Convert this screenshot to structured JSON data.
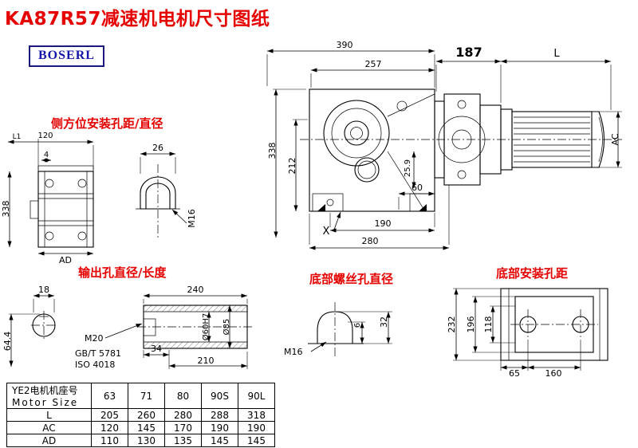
{
  "title": "KA87R57减速机电机尺寸图纸",
  "logo_text": "BOSERL",
  "labels": {
    "side_mount": "侧方位安装孔距/直径",
    "output_hole": "输出孔直径/长度",
    "bottom_screw": "底部螺丝孔直径",
    "bottom_mount": "底部安装孔距"
  },
  "main_view": {
    "d390": "390",
    "d257": "257",
    "d187": "187",
    "dL": "L",
    "dAC": "AC",
    "d338": "338",
    "d212": "212",
    "d259": "25.9",
    "d60": "60",
    "d190": "190",
    "d280": "280",
    "x_mark": "X"
  },
  "side_view": {
    "dL1": "L1",
    "d120": "120",
    "d4": "4",
    "d338": "338",
    "dAD": "AD"
  },
  "slot_view": {
    "d26": "26",
    "thread": "M16"
  },
  "output_view": {
    "d18": "18",
    "d644": "64.4",
    "d240": "240",
    "d34": "34",
    "d210": "210",
    "thread": "M20",
    "std_gb": "GB/T 5781",
    "std_iso": "ISO 4018",
    "bore": "Ø60H7",
    "od": "Ø85"
  },
  "screw_view": {
    "d32": "32",
    "d6": "6",
    "thread": "M16"
  },
  "bottom_view": {
    "d232": "232",
    "d196": "196",
    "d118": "118",
    "d65": "65",
    "d160": "160"
  },
  "table": {
    "header_line1": "YE2电机机座号",
    "header_line2": "Motor Size",
    "sizes": [
      "63",
      "71",
      "80",
      "90S",
      "90L"
    ],
    "rows": [
      {
        "label": "L",
        "values": [
          "205",
          "260",
          "280",
          "288",
          "318"
        ]
      },
      {
        "label": "AC",
        "values": [
          "120",
          "145",
          "170",
          "190",
          "190"
        ]
      },
      {
        "label": "AD",
        "values": [
          "110",
          "130",
          "135",
          "145",
          "145"
        ]
      }
    ]
  },
  "colors": {
    "accent_red": "#e60000",
    "logo_blue": "#1515aa",
    "line": "#000000"
  }
}
